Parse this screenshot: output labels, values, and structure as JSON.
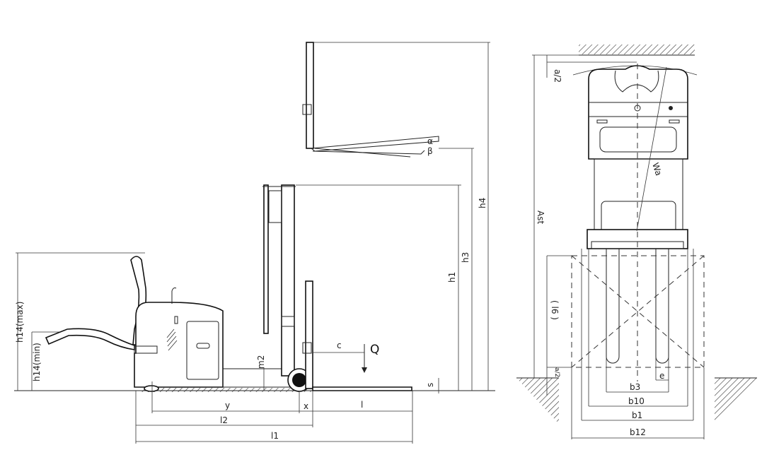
{
  "side_view": {
    "labels": {
      "h14_max": "h14(max)",
      "h14_min": "h14(min)",
      "m2": "m2",
      "c": "c",
      "Q": "Q",
      "s": "s",
      "y": "y",
      "x": "x",
      "l": "l",
      "l2": "l2",
      "l1": "l1",
      "h1": "h1",
      "h3": "h3",
      "h4": "h4",
      "alpha": "α",
      "beta": "β"
    }
  },
  "top_view": {
    "labels": {
      "a2_top": "a/2",
      "Ast": "Ast",
      "Wa": "Wa",
      "l6": "( l6 )",
      "a2_bottom": "a/2",
      "e": "e",
      "b3": "b3",
      "b10": "b10",
      "b1": "b1",
      "b12": "b12"
    }
  }
}
